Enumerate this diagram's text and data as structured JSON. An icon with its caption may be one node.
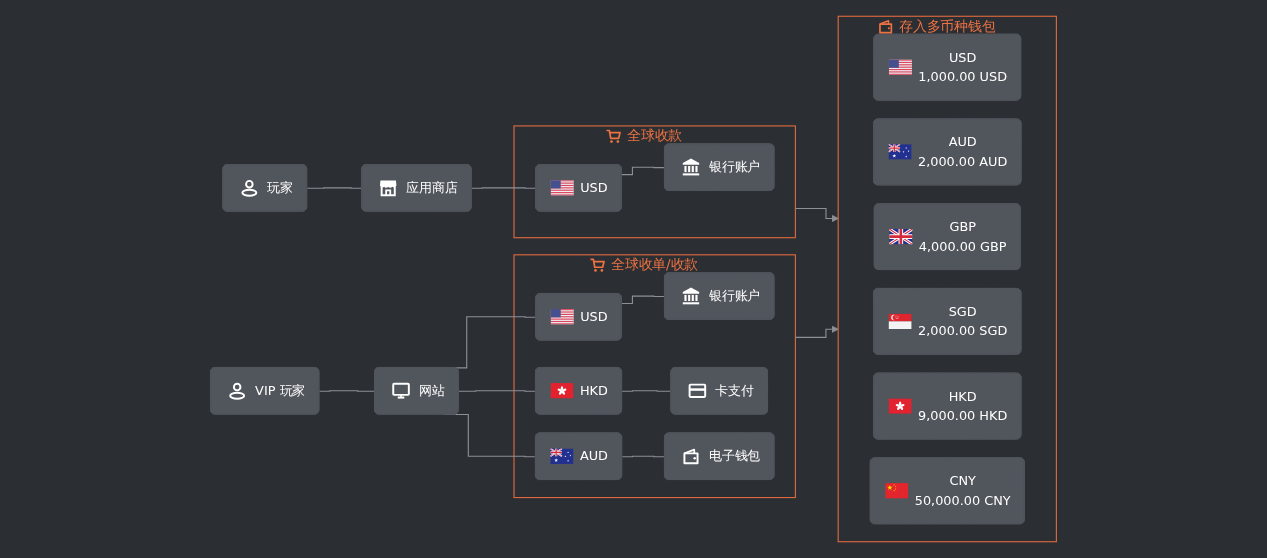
{
  "diagram": {
    "nodes": [
      {
        "text": [
          "玩家"
        ]
      },
      {
        "text": [
          "应用商店"
        ]
      },
      {
        "text": [
          "全球收款"
        ]
      },
      {
        "text": [
          "USD"
        ],
        "in": 2
      },
      {
        "text": [
          "银行账户"
        ],
        "in": 2
      },
      {
        "text": [
          "全球收单/收款"
        ]
      },
      {
        "text": [
          "USD"
        ],
        "in": 5
      },
      {
        "text": [
          "银行账户"
        ],
        "in": 5
      },
      {
        "text": [
          "HKD"
        ],
        "in": 5
      },
      {
        "text": [
          "卡支付"
        ],
        "in": 5
      },
      {
        "text": [
          "AUD"
        ],
        "in": 5
      },
      {
        "text": [
          "电子钱包"
        ],
        "in": 5
      },
      {
        "text": [
          "VIP 玩家"
        ]
      },
      {
        "text": [
          "网站"
        ]
      },
      {
        "text": [
          "存入多币种钱包"
        ]
      },
      {
        "text": [
          "USD",
          "1,000.00 USD"
        ],
        "in": 14
      },
      {
        "text": [
          "AUD",
          "2,000.00 AUD"
        ],
        "in": 14
      },
      {
        "text": [
          "GBP",
          "4,000.00 GBP"
        ],
        "in": 14
      },
      {
        "text": [
          "SGD",
          "2,000.00 SGD"
        ],
        "in": 14
      },
      {
        "text": [
          "HKD",
          "9,000.00 HKD"
        ],
        "in": 14
      },
      {
        "text": [
          "CNY",
          "50,000.00 CNY"
        ],
        "in": 14
      }
    ],
    "edges": [
      {
        "from": 0,
        "to": 1,
        "arrow": "none"
      },
      {
        "from": 1,
        "to": 3,
        "arrow": "none"
      },
      {
        "from": 3,
        "to": 4,
        "arrow": "none"
      },
      {
        "from": 12,
        "to": 13,
        "arrow": "none"
      },
      {
        "from": 13,
        "to": 6,
        "arrow": "none"
      },
      {
        "from": 13,
        "to": 8,
        "arrow": "none"
      },
      {
        "from": 13,
        "to": 10,
        "arrow": "none"
      },
      {
        "from": 6,
        "to": 7,
        "arrow": "none"
      },
      {
        "from": 8,
        "to": 9,
        "arrow": "none"
      },
      {
        "from": 10,
        "to": 11,
        "arrow": "none"
      },
      {
        "from": 2,
        "to": 14,
        "arrow": "to"
      },
      {
        "from": 5,
        "to": 14,
        "arrow": "to"
      }
    ]
  }
}
